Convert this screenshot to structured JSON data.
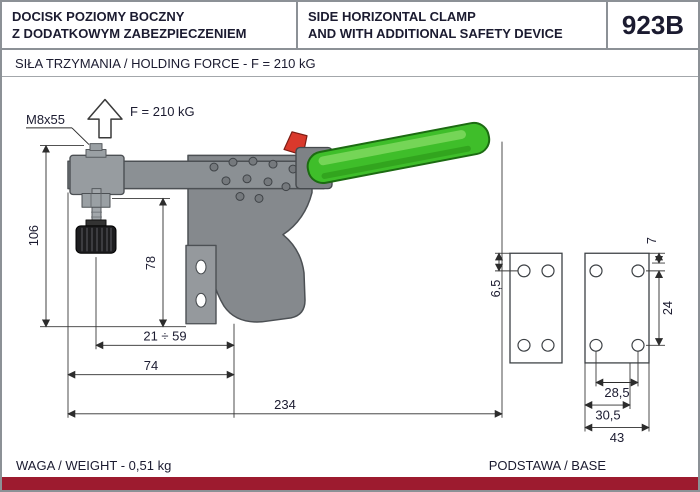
{
  "header": {
    "title_pl_line1": "DOCISK POZIOMY BOCZNY",
    "title_pl_line2": "Z DODATKOWYM ZABEZPIECZENIEM",
    "title_en_line1": "SIDE HORIZONTAL CLAMP",
    "title_en_line2": "AND WITH ADDITIONAL SAFETY DEVICE",
    "model": "923B"
  },
  "subheader": {
    "holding_force": "SIŁA TRZYMANIA / HOLDING FORCE - F = 210 kG"
  },
  "drawing": {
    "force_label": "F = 210 kG",
    "thread_label": "M8x55",
    "dims": {
      "height_total": "106",
      "height_arm": "78",
      "adjust_range": "21 ÷ 59",
      "base_length": "74",
      "total_length": "234"
    }
  },
  "base_drawing": {
    "dims": {
      "edge_offset": "6,5",
      "top_offset": "7",
      "hole_spacing_v": "24",
      "hole_spacing_h": "28,5",
      "hole_spacing_h2": "30,5",
      "base_width": "43"
    }
  },
  "footer": {
    "weight": "WAGA / WEIGHT - 0,51 kg",
    "base_label": "PODSTAWA / BASE"
  },
  "colors": {
    "accent_bar": "#9d1b2f",
    "handle_green": "#3fbe2a",
    "handle_highlight": "#7fd95f",
    "lever_red": "#d9392c",
    "body_gray": "#85898d"
  }
}
